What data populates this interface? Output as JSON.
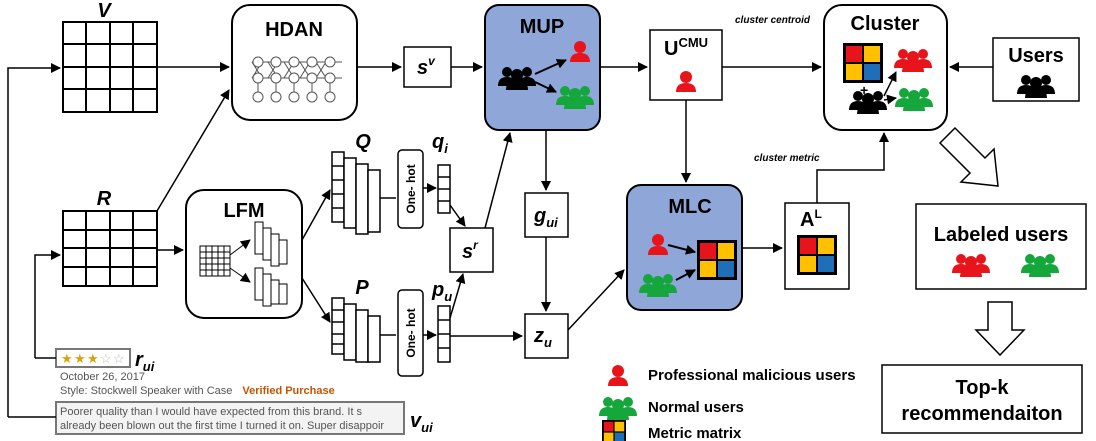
{
  "labels": {
    "V": "V",
    "R": "R",
    "Q": "Q",
    "P": "P",
    "q_i": "q",
    "q_i_sub": "i",
    "p_u": "p",
    "p_u_sub": "u",
    "hdan": "HDAN",
    "lfm": "LFM",
    "mup": "MUP",
    "mlc": "MLC",
    "cluster": "Cluster",
    "users": "Users",
    "s_v": "s",
    "s_v_sup": "v",
    "s_r": "s",
    "s_r_sup": "r",
    "g_ui": "g",
    "g_ui_sub": "ui",
    "z_u": "z",
    "z_u_sub": "u",
    "u_cmu": "U",
    "u_cmu_sup": "CMU",
    "a_l": "A",
    "a_l_sup": "L",
    "one_hot_top": "One- hot",
    "one_hot_bottom": "One- hot",
    "cluster_centroid": "cluster centroid",
    "cluster_metric": "cluster metric",
    "labeled_users": "Labeled users",
    "topk_line1": "Top-k",
    "topk_line2": "recommendaiton",
    "r_ui": "r",
    "r_ui_sub": "ui",
    "v_ui": "v",
    "v_ui_sub": "ui",
    "review_date": "October 26, 2017",
    "review_style": "Style: Stockwell Speaker with Case",
    "review_verified": "Verified Purchase",
    "review_line1": "Poorer quality than I would have expected from this brand. It s",
    "review_line2": "already been blown out the first time I turned it on. Super disappoir"
  },
  "legend": [
    {
      "label": "Professional malicious users",
      "icon": "red-users-icon"
    },
    {
      "label": "Normal users",
      "icon": "green-users-icon"
    },
    {
      "label": "Metric matrix",
      "icon": "metric-matrix-icon"
    }
  ],
  "rating_stars": 3,
  "rating_max": 5,
  "colors": {
    "module_fill": "#8ea6d8",
    "red": "#e8141b",
    "green": "#15a63c",
    "yellow": "#ffc000",
    "blue": "#1f6fb8",
    "review_orange": "#c45500"
  }
}
